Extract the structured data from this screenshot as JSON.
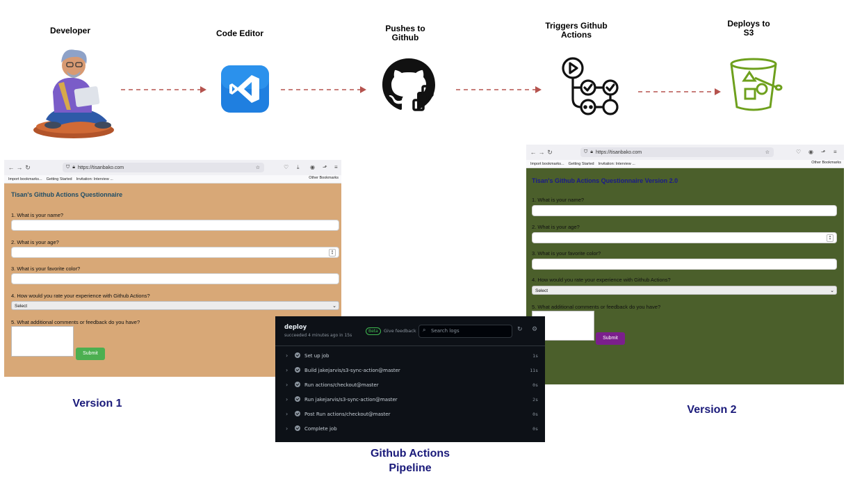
{
  "stages": [
    {
      "label_lines": [
        "Developer"
      ],
      "icon": "developer-illustration"
    },
    {
      "label_lines": [
        "Code Editor"
      ],
      "icon": "vscode-icon"
    },
    {
      "label_lines": [
        "Pushes to",
        "Github"
      ],
      "icon": "github-icon"
    },
    {
      "label_lines": [
        "Triggers Github",
        "Actions"
      ],
      "icon": "github-actions-icon"
    },
    {
      "label_lines": [
        "Deploys to",
        "S3"
      ],
      "icon": "s3-bucket-icon"
    }
  ],
  "colors": {
    "arrow": "#b5534e",
    "caption": "#1a1a7a",
    "v1_bg": "#d8a877",
    "v2_bg": "#4b5f2b",
    "vscode": "#1f7fe0",
    "s3": "#6ea01d"
  },
  "browser": {
    "url": "https://tisanbako.com",
    "bookmarks": [
      "Import bookmarks...",
      "Getting Started",
      "Invitation: Interview ..."
    ],
    "other_bookmarks": "Other Bookmarks"
  },
  "v1": {
    "title": "Tisan's Github Actions Questionnaire",
    "questions": [
      "1. What is your name?",
      "2. What is your age?",
      "3. What is your favorite color?",
      "4. How would you rate your experience with Github Actions?",
      "5. What additional comments or feedback do you have?"
    ],
    "select_value": "Select",
    "submit": "Submit",
    "caption": "Version 1"
  },
  "v2": {
    "title": "Tisan's Github Actions Questionnaire Version 2.0",
    "questions": [
      "1. What is your name?",
      "2. What is your age?",
      "3. What is your favorite color?",
      "4. How would you rate your experience with Github Actions?",
      "5. What additional comments or feedback do you have?"
    ],
    "select_value": "Select",
    "submit": "Submit",
    "caption": "Version 2"
  },
  "pipeline": {
    "job": "deploy",
    "status": "succeeded 4 minutes ago in 15s",
    "beta": "Beta",
    "feedback": "Give feedback",
    "search_placeholder": "Search logs",
    "steps": [
      {
        "name": "Set up job",
        "duration": "1s"
      },
      {
        "name": "Build jakejarvis/s3-sync-action@master",
        "duration": "11s"
      },
      {
        "name": "Run actions/checkout@master",
        "duration": "0s"
      },
      {
        "name": "Run jakejarvis/s3-sync-action@master",
        "duration": "2s"
      },
      {
        "name": "Post Run actions/checkout@master",
        "duration": "0s"
      },
      {
        "name": "Complete job",
        "duration": "0s"
      }
    ],
    "caption_lines": [
      "Github Actions",
      "Pipeline"
    ]
  }
}
